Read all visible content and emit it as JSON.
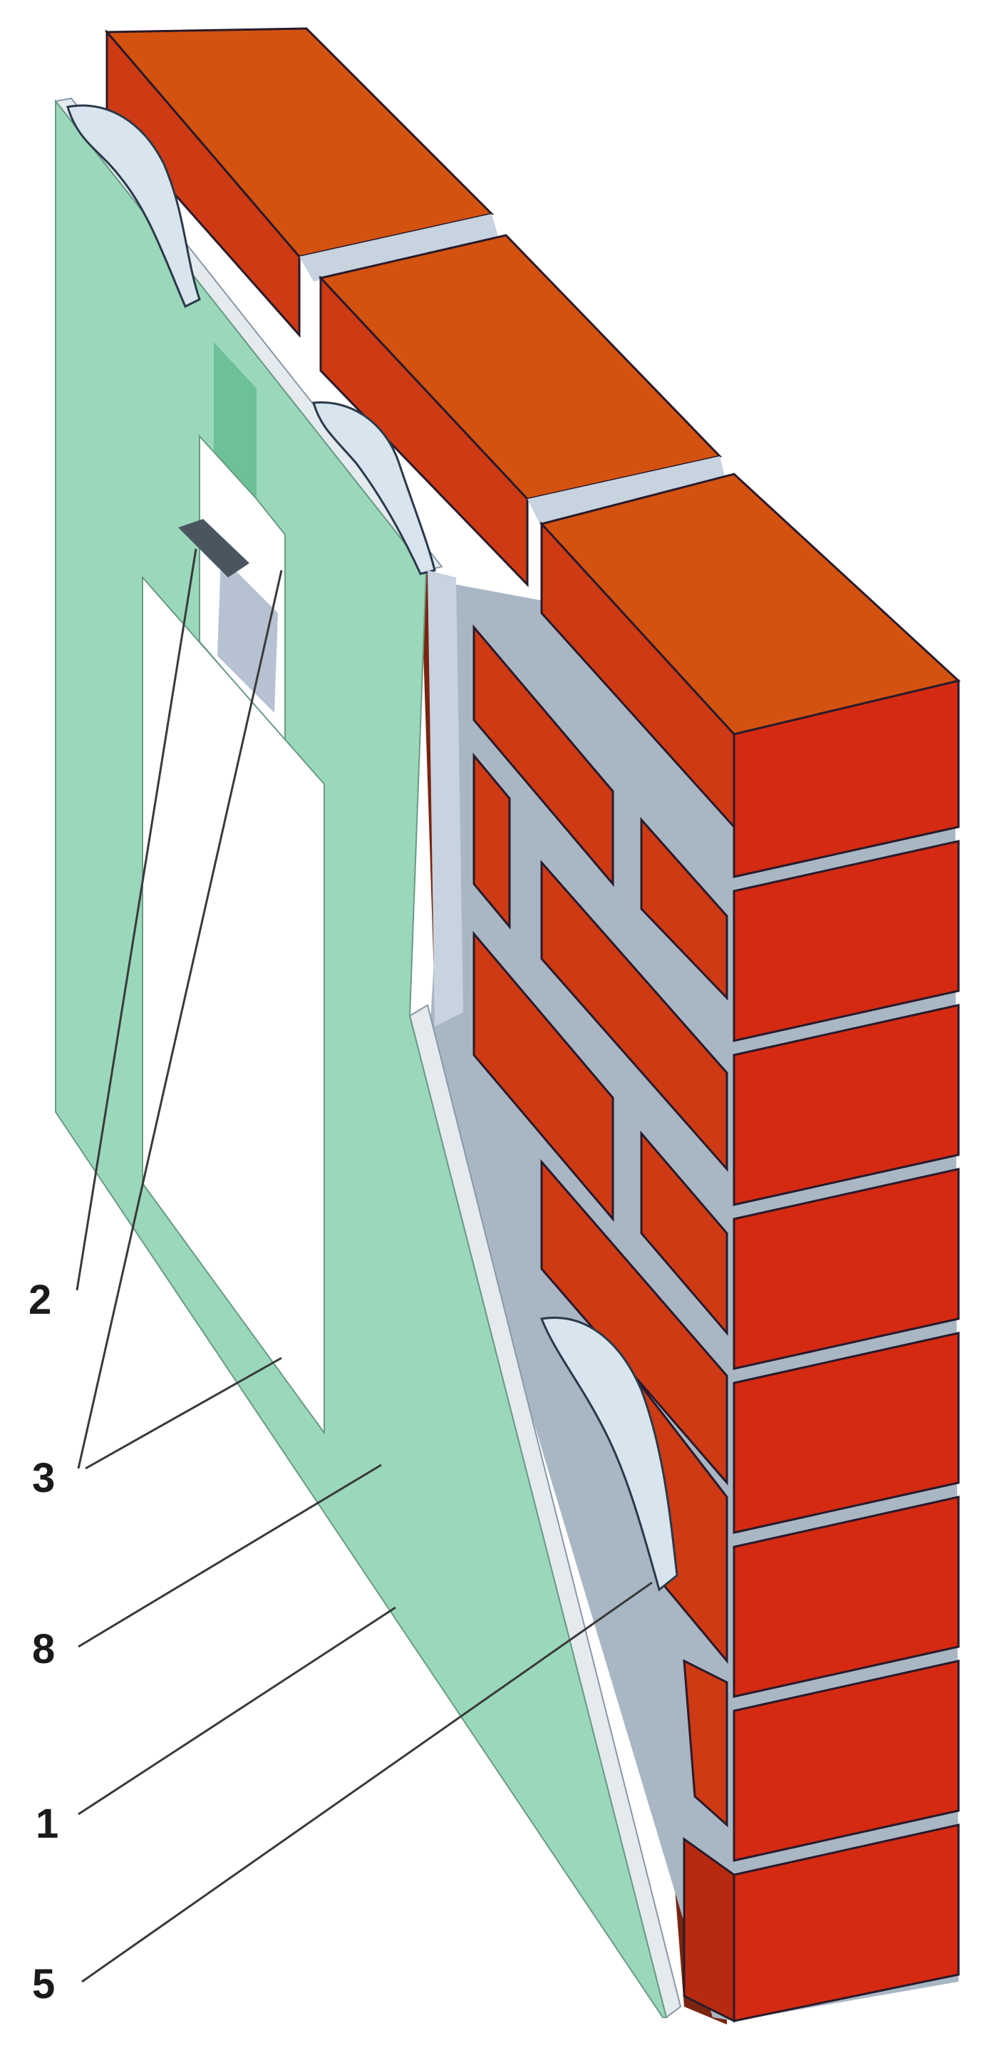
{
  "colors": {
    "brick_front": "#d52a12",
    "brick_top": "#d4520f",
    "brick_side": "#ce3a14",
    "brick_dark": "#7a2410",
    "mortar": "#a9b7c4",
    "mortar_light": "#c7d3de",
    "board": "#9bd8bb",
    "board_dark": "#6cc197",
    "edge": "#e4eaee",
    "adhesive": "#d8e4ee",
    "leader": "#3a3a3a",
    "outline": "#2a1a2a"
  },
  "callouts": [
    {
      "id": "c2",
      "label": "2"
    },
    {
      "id": "c3",
      "label": "3"
    },
    {
      "id": "c8",
      "label": "8"
    },
    {
      "id": "c1",
      "label": "1"
    },
    {
      "id": "c5",
      "label": "5"
    }
  ]
}
